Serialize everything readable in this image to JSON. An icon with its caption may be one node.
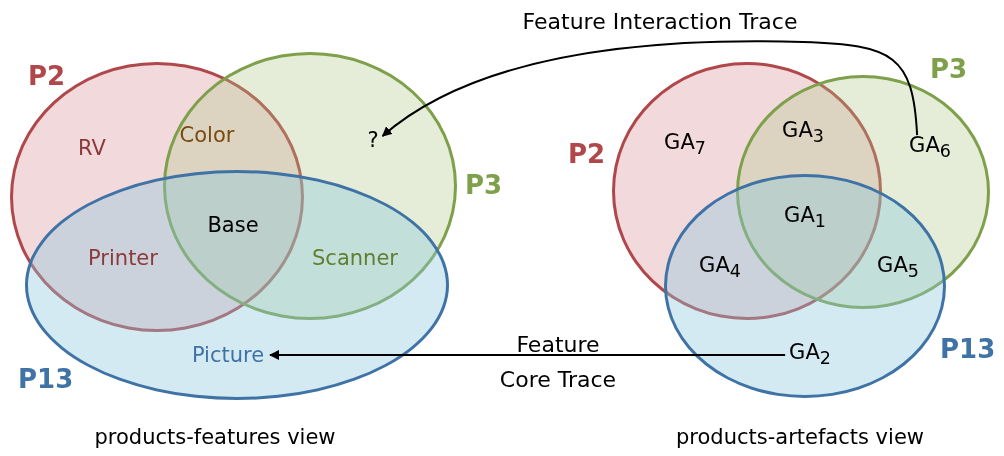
{
  "diagram": {
    "nodes": [
      {
        "text": [
          "P2"
        ]
      },
      {
        "text": [
          "P3"
        ]
      },
      {
        "text": [
          "P13"
        ]
      },
      {
        "text": [
          "?"
        ],
        "in": 1
      },
      {
        "text": [
          "Picture"
        ],
        "in": 2
      },
      {
        "text": [
          "P2"
        ]
      },
      {
        "text": [
          "P3"
        ]
      },
      {
        "text": [
          "P13"
        ]
      },
      {
        "text": [
          "GA$_{6}$"
        ],
        "in": 6
      },
      {
        "text": [
          "GA$_{2}$"
        ],
        "in": 7
      }
    ],
    "edges": [
      {
        "from": 8,
        "to": 3,
        "arrow": "to",
        "label": "Feature Interaction Trace"
      },
      {
        "from": 9,
        "to": 4,
        "arrow": "to",
        "label": "Feature Core Trace"
      }
    ],
    "labels": [
      "RV",
      "Color",
      "Base",
      "Printer",
      "Scanner",
      "GA$_{7}$",
      "GA$_{3}$",
      "GA$_{1}$",
      "GA$_{4}$",
      "GA$_{5}$",
      "products-features view",
      "products-artefacts view"
    ]
  }
}
